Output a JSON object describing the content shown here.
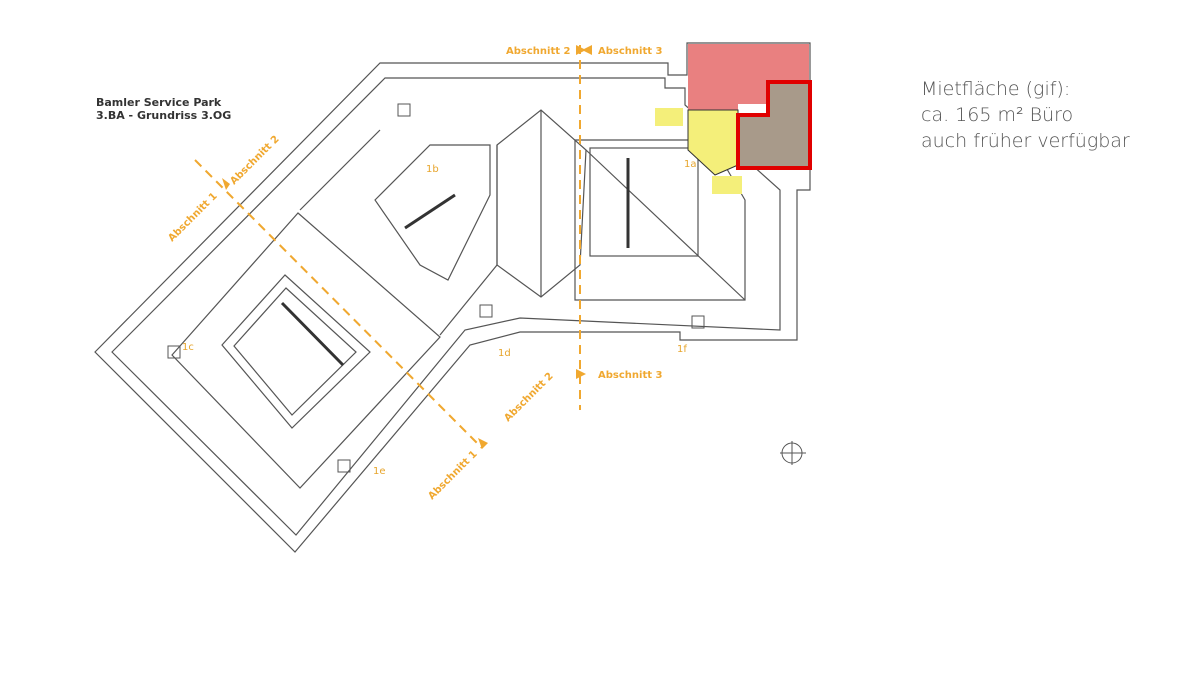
{
  "plan": {
    "title_line1": "Bamler Service Park",
    "title_line2": "3.BA - Grundriss 3.OG",
    "section_labels": [
      "Abschnitt 1",
      "Abschnitt 2",
      "Abschnitt 3"
    ],
    "areas": [
      "1a",
      "1b",
      "1c",
      "1d",
      "1e",
      "1f"
    ]
  },
  "info": {
    "line1": "Mietfläche (gif):",
    "line2": "ca. 165 m² Büro",
    "line3": "auch früher verfügbar"
  },
  "colors": {
    "section_line": "#f0a830",
    "rented_area": "#e98080",
    "available_area": "#a89a8a",
    "highlight_border": "#e00000",
    "core_highlight": "#f4ef7a"
  }
}
